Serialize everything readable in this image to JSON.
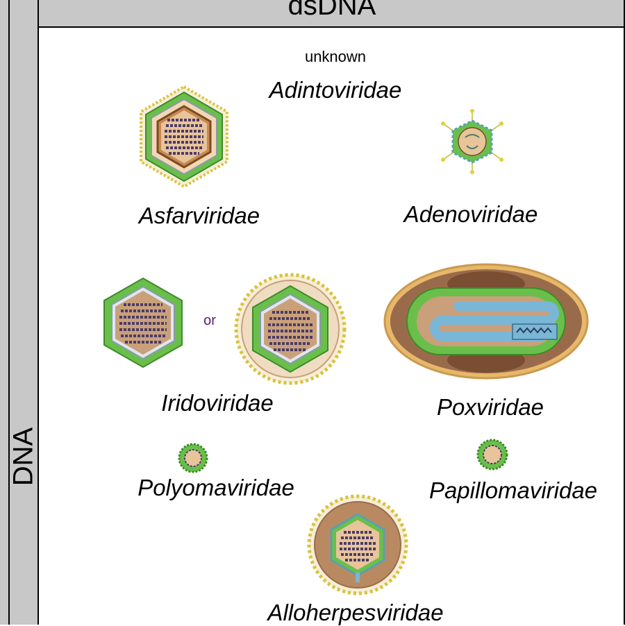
{
  "header": {
    "title": "dsDNA"
  },
  "sidebar": {
    "label": "DNA"
  },
  "families": {
    "adintoviridae": {
      "status": "unknown",
      "name": "Adintoviridae"
    },
    "asfarviridae": "Asfarviridae",
    "adenoviridae": "Adenoviridae",
    "iridoviridae": "Iridoviridae",
    "iridoviridae_or": "or",
    "poxviridae": "Poxviridae",
    "polyomaviridae": "Polyomaviridae",
    "papillomaviridae": "Papillomaviridae",
    "alloherpesviridae": "Alloherpesviridae"
  },
  "colors": {
    "frame_gray": "#c8c8c8",
    "capsid_green": "#6abf4b",
    "core_tan": "#e8c49a",
    "genome_purple": "#4a3a6a",
    "glyco_yellow": "#d9c23a",
    "envelope_brown": "#9a6b4a",
    "dna_blue": "#7ab6d6"
  },
  "icons": [
    "asfarvirus-icon",
    "adenovirus-icon",
    "iridovirus-icon",
    "iridovirus-enveloped-icon",
    "poxvirus-icon",
    "polyomavirus-icon",
    "papillomavirus-icon",
    "alloherpesvirus-icon"
  ]
}
